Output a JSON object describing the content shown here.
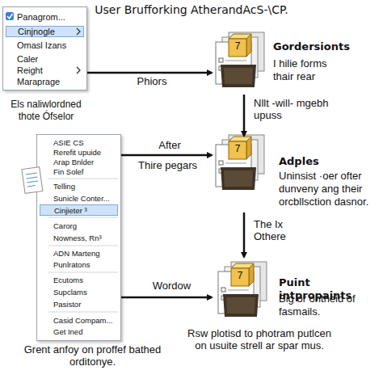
{
  "diagram": {
    "title": "User Brufforking AtherandAcS-\\CP.",
    "nodes": [
      {
        "text": [
          "Panagrom...",
          "Cinjnogle",
          "Omasl Izans",
          "Caler",
          "Reight",
          "Maraprage"
        ]
      },
      {
        "text": [
          "Gordersionts",
          "I hilie forms thair rear"
        ]
      },
      {
        "text": [
          "ASIE CS",
          "Rerefit upuide",
          "Arap Bnlder",
          "Fin Solef",
          "Telling",
          "Sunicle Conter...",
          "Cinjieter ³",
          "Carorg",
          "Nowness, Rn³",
          "ADN Marteng",
          "Punlratons",
          "Ecutoms",
          "Supclams",
          "Pasistor",
          "Casid Compam...",
          "Get Ined"
        ]
      },
      {
        "text": [
          "Adples",
          "Uninsist ·oer ofter dunveny ang their orcbllsction dasnor."
        ]
      },
      {
        "text": [
          "Puint intpropaints",
          "Big or ontheid of fasmails."
        ]
      }
    ],
    "edges": [
      {
        "from": 0,
        "to": 1,
        "arrow": "to",
        "label": "Phiors"
      },
      {
        "from": 1,
        "to": 3,
        "arrow": "to",
        "label": "Nllt -will- mgebh upuss"
      },
      {
        "from": 2,
        "to": 3,
        "arrow": "to",
        "label": "After"
      },
      {
        "from": 3,
        "to": 4,
        "arrow": "to",
        "label": "The Ix Othere"
      },
      {
        "from": 2,
        "to": 4,
        "arrow": "to",
        "label": "Wordow"
      }
    ],
    "labels": [
      "7",
      "Els naliwlordned thote Ófselor",
      "Thire pegars",
      "7",
      "7",
      "Rsw plotisd to photram putlcen on usuite strell ar spar mus.",
      "Grent anfoy on proffef bathed orditonye."
    ]
  }
}
